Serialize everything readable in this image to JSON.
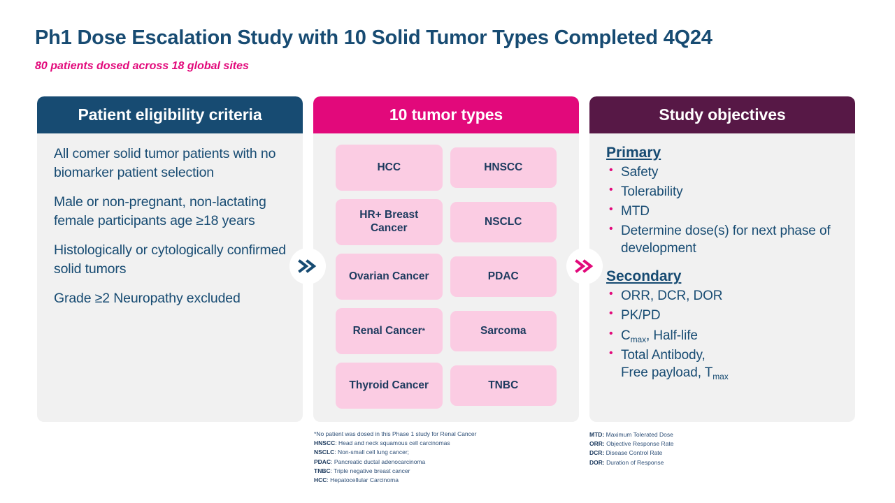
{
  "slide": {
    "title": "Ph1 Dose Escalation Study with 10 Solid Tumor Types Completed 4Q24",
    "subtitle": "80 patients dosed across 18 global sites"
  },
  "colors": {
    "dark_blue": "#174B72",
    "magenta": "#E2097B",
    "dark_purple": "#571846",
    "pill_pink": "#FBCCE3",
    "panel_body": "#F1F1F1",
    "text_navy": "#1C3A5E"
  },
  "panels": {
    "eligibility": {
      "header": "Patient eligibility criteria",
      "items": [
        "All comer solid tumor patients with no biomarker patient selection",
        "Male or non-pregnant, non-lactating female participants age ≥18 years",
        "Histologically or cytologically confirmed solid tumors",
        "Grade ≥2 Neuropathy excluded"
      ]
    },
    "tumors": {
      "header": "10 tumor types",
      "left_column": [
        "HCC",
        "HR+ Breast Cancer",
        "Ovarian Cancer",
        "Renal Cancer",
        "Thyroid Cancer"
      ],
      "left_column_footnote_marker": "*",
      "left_column_footnote_index": 3,
      "right_column": [
        "HNSCC",
        "NSCLC",
        "PDAC",
        "Sarcoma",
        "TNBC"
      ]
    },
    "objectives": {
      "header": "Study objectives",
      "primary_heading": "Primary",
      "primary_items": [
        "Safety",
        "Tolerability",
        "MTD",
        "Determine dose(s) for next phase of development"
      ],
      "secondary_heading": "Secondary",
      "secondary_items": [
        {
          "text": "ORR, DCR, DOR"
        },
        {
          "text": "PK/PD"
        },
        {
          "text": "C",
          "sub": "max",
          "tail": ",  Half-life"
        },
        {
          "text": "Total Antibody,\nFree payload, T",
          "sub2": "max"
        }
      ]
    }
  },
  "connectors": {
    "first": "double-chevron-right",
    "second": "double-chevron-right"
  },
  "footnotes": {
    "middle": [
      {
        "abbr": "",
        "text": "*No patient was dosed in this Phase 1 study for Renal Cancer"
      },
      {
        "abbr": "HNSCC",
        "text": ": Head and neck squamous cell carcinomas"
      },
      {
        "abbr": "NSCLC",
        "text": ": Non-small cell lung cancer;"
      },
      {
        "abbr": "PDAC",
        "text": ": Pancreatic ductal adenocarcinoma"
      },
      {
        "abbr": "TNBC",
        "text": ": Triple negative breast cancer"
      },
      {
        "abbr": "HCC",
        "text": ": Hepatocellular Carcinoma"
      }
    ],
    "right": [
      {
        "abbr": "MTD:",
        "text": " Maximum Tolerated Dose"
      },
      {
        "abbr": "ORR:",
        "text": " Objective Response Rate"
      },
      {
        "abbr": "DCR:",
        "text": " Disease Control Rate"
      },
      {
        "abbr": "DOR:",
        "text": " Duration of Response"
      }
    ]
  }
}
